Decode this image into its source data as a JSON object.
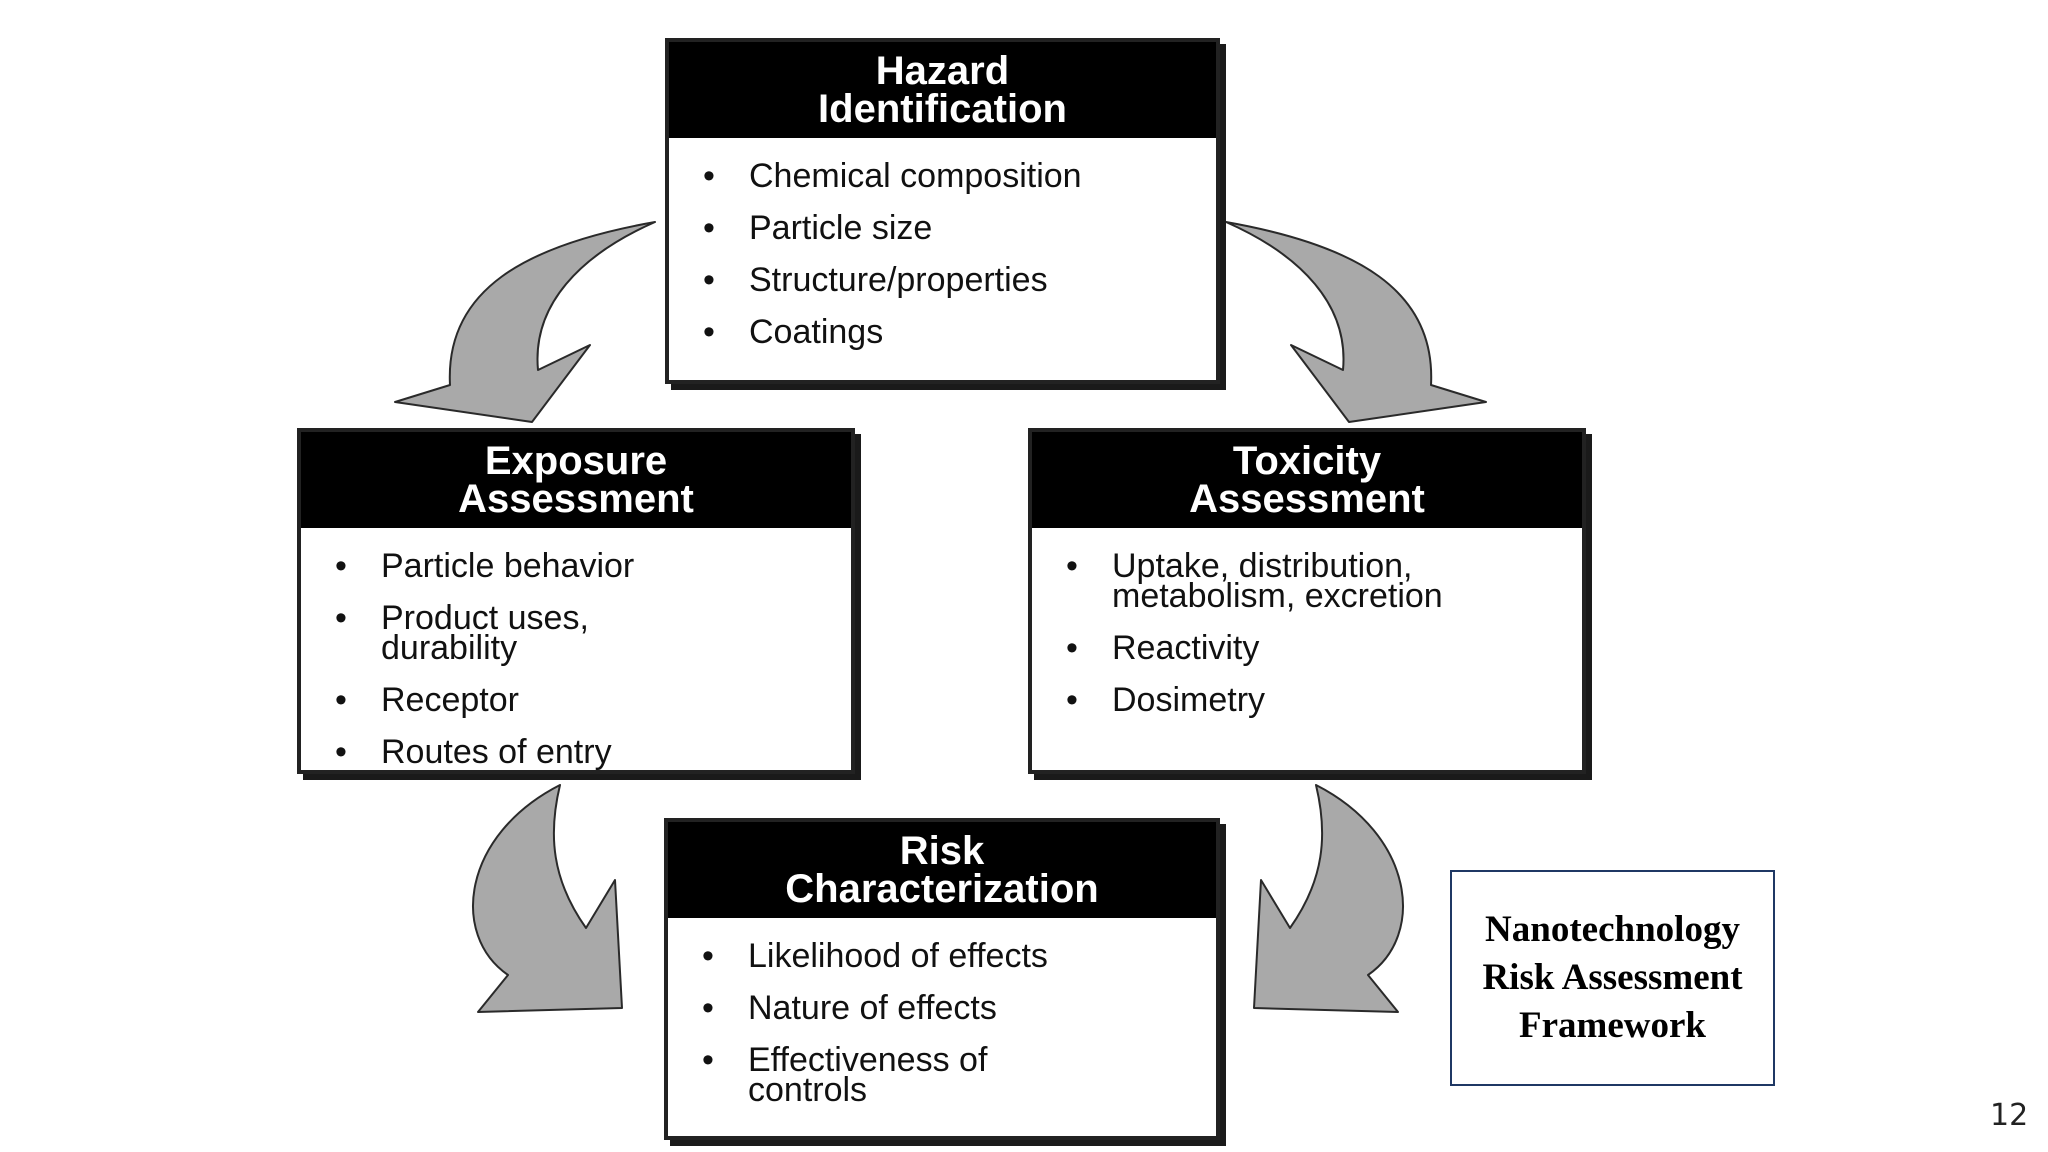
{
  "boxes": {
    "hazard": {
      "title_lines": [
        "Hazard",
        "Identification"
      ],
      "items": [
        "Chemical composition",
        "Particle size",
        "Structure/properties",
        "Coatings"
      ]
    },
    "exposure": {
      "title_lines": [
        "Exposure",
        "Assessment"
      ],
      "items": [
        "Particle behavior",
        "Product uses, durability",
        "Receptor",
        "Routes of entry"
      ]
    },
    "toxicity": {
      "title_lines": [
        "Toxicity",
        "Assessment"
      ],
      "items": [
        "Uptake, distribution, metabolism, excretion",
        "Reactivity",
        "Dosimetry"
      ]
    },
    "risk": {
      "title_lines": [
        "Risk",
        "Characterization"
      ],
      "items": [
        "Likelihood of effects",
        "Nature of effects",
        "Effectiveness of controls"
      ]
    }
  },
  "framework_label": "Nanotechnology Risk Assessment Framework",
  "page_number": "12",
  "colors": {
    "arrow_fill": "#a9a9a9",
    "arrow_stroke": "#2a2a2a",
    "header_bg": "#000000",
    "label_border": "#1f3864"
  }
}
